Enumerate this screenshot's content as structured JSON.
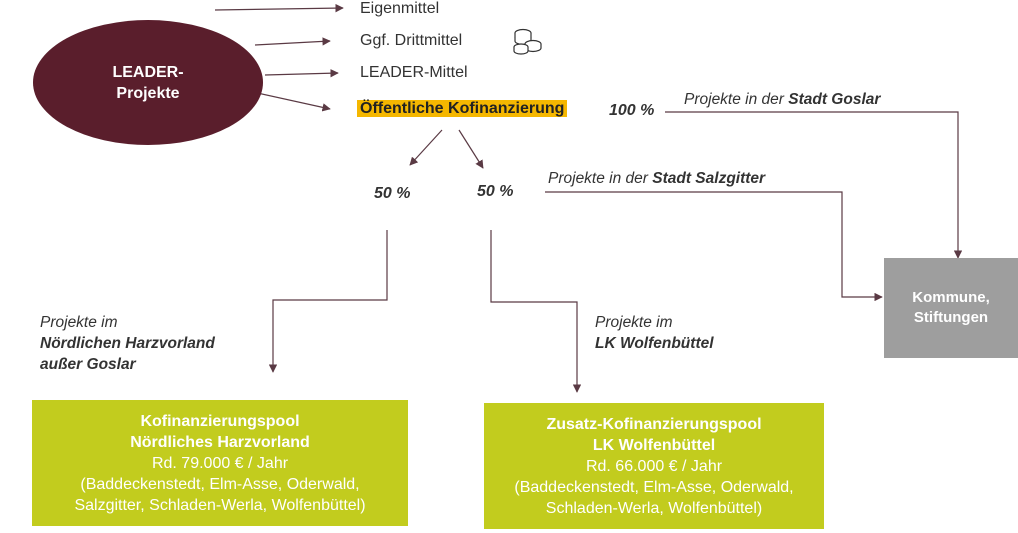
{
  "colors": {
    "ellipse": "#5a1e2c",
    "highlight": "#f5b700",
    "pool": "#c2cc1e",
    "kommune": "#9e9e9e",
    "line": "#5a3a44"
  },
  "source": {
    "line1": "LEADER-",
    "line2": "Projekte"
  },
  "items": {
    "eigenmittel": "Eigenmittel",
    "drittmittel": "Ggf. Drittmittel",
    "leader_mittel": "LEADER-Mittel",
    "kofinanzierung": "Öffentliche Kofinanzierung"
  },
  "percent": {
    "goslar": "100 %",
    "left": "50 %",
    "right": "50 %"
  },
  "labels": {
    "goslar_prefix": "Projekte in der ",
    "goslar_bold": "Stadt Goslar",
    "salzgitter_prefix": "Projekte in der ",
    "salzgitter_bold": "Stadt Salzgitter",
    "harz_line1": "Projekte im",
    "harz_line2": "Nördlichen Harzvorland",
    "harz_line3": "außer Goslar",
    "wf_line1": "Projekte im",
    "wf_line2": "LK Wolfenbüttel"
  },
  "kommune": {
    "line1": "Kommune,",
    "line2": "Stiftungen"
  },
  "pool_left": {
    "title1": "Kofinanzierungspool",
    "title2": "Nördliches Harzvorland",
    "amount": "Rd. 79.000 € / Jahr",
    "detail1": "(Baddeckenstedt, Elm-Asse, Oderwald,",
    "detail2": "Salzgitter, Schladen-Werla, Wolfenbüttel)"
  },
  "pool_right": {
    "title1": "Zusatz-Kofinanzierungspool",
    "title2": "LK Wolfenbüttel",
    "amount": "Rd. 66.000 € / Jahr",
    "detail1": "(Baddeckenstedt, Elm-Asse, Oderwald,",
    "detail2": "Schladen-Werla, Wolfenbüttel)"
  }
}
